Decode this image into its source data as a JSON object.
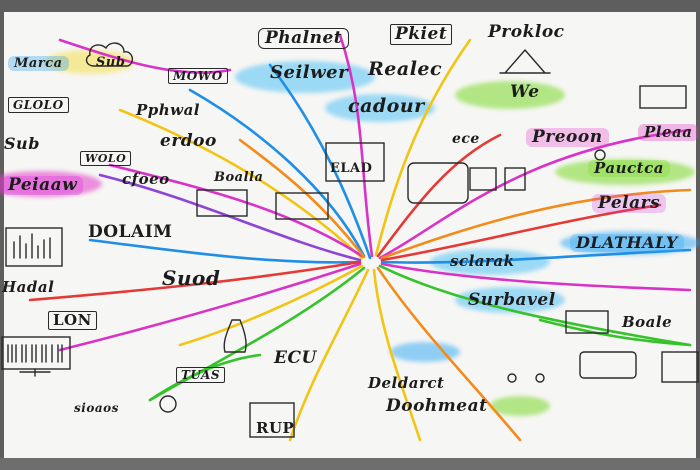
{
  "board": {
    "frame_color": "#5e5e5e",
    "surface_color": "#f6f6f4",
    "ink_color": "#1c1c1c",
    "center_note": "",
    "words": [
      {
        "id": "w-phalnet",
        "text": "Phalnet",
        "highlight": "#c43bd9"
      },
      {
        "id": "w-pkiet",
        "text": "Pkiet",
        "highlight": ""
      },
      {
        "id": "w-prokloc",
        "text": "Prokloc",
        "highlight": "#f0c419"
      },
      {
        "id": "w-marca",
        "text": "Marca",
        "highlight": "#36a3f0"
      },
      {
        "id": "w-sub-top",
        "text": "Sub",
        "highlight": "#f4e04d"
      },
      {
        "id": "w-mowo",
        "text": "MOWO",
        "highlight": ""
      },
      {
        "id": "w-seilwer",
        "text": "Seilwer",
        "highlight": "#41b6f2"
      },
      {
        "id": "w-realec",
        "text": "Realec",
        "highlight": ""
      },
      {
        "id": "w-we",
        "text": "We",
        "highlight": "#7bd92c"
      },
      {
        "id": "w-glolo",
        "text": "GLOLO",
        "highlight": ""
      },
      {
        "id": "w-pphwal",
        "text": "Pphwal",
        "highlight": "#f4e04d"
      },
      {
        "id": "w-cadour",
        "text": "cadour",
        "highlight": "#58c6f5"
      },
      {
        "id": "w-sub-left",
        "text": "Sub",
        "highlight": "#f4e04d"
      },
      {
        "id": "w-erdoo",
        "text": "erdoo",
        "highlight": ""
      },
      {
        "id": "w-ece",
        "text": "ece",
        "highlight": ""
      },
      {
        "id": "w-preoon",
        "text": "Preoon",
        "highlight": "#e23bc7"
      },
      {
        "id": "w-pleaa",
        "text": "Pleaa",
        "highlight": "#e23bc7"
      },
      {
        "id": "w-wolo",
        "text": "WOLO",
        "highlight": ""
      },
      {
        "id": "w-cfoeo",
        "text": "cfoeo",
        "highlight": ""
      },
      {
        "id": "w-elad",
        "text": "ELAD",
        "highlight": ""
      },
      {
        "id": "w-peiaaw",
        "text": "Peiaaw",
        "highlight": "#d93ae0"
      },
      {
        "id": "w-boalla",
        "text": "Boalla",
        "highlight": ""
      },
      {
        "id": "w-pauctca",
        "text": "Pauctca",
        "highlight": "#7bd92c"
      },
      {
        "id": "w-pelars",
        "text": "Pelars",
        "highlight": "#cf3de3"
      },
      {
        "id": "w-dolaim",
        "text": "DOLAIM",
        "highlight": "#4bb4f5"
      },
      {
        "id": "w-dlathaly",
        "text": "DLATHALY",
        "highlight": "#3dadf5"
      },
      {
        "id": "w-sclarak",
        "text": "sclarak",
        "highlight": ""
      },
      {
        "id": "w-suod",
        "text": "Suod",
        "highlight": ""
      },
      {
        "id": "w-hadal",
        "text": "Hadal",
        "highlight": ""
      },
      {
        "id": "w-surbavel",
        "text": "Surbavel",
        "highlight": "#58c6f5"
      },
      {
        "id": "w-lon",
        "text": "LON",
        "highlight": ""
      },
      {
        "id": "w-boale",
        "text": "Boale",
        "highlight": ""
      },
      {
        "id": "w-tuas",
        "text": "TUAS",
        "highlight": ""
      },
      {
        "id": "w-ecu",
        "text": "ECU",
        "highlight": "#f4e04d"
      },
      {
        "id": "w-sioaos",
        "text": "sioaos",
        "highlight": ""
      },
      {
        "id": "w-deldarct",
        "text": "Deldarct",
        "highlight": ""
      },
      {
        "id": "w-doohmeat",
        "text": "Doohmeat",
        "highlight": ""
      },
      {
        "id": "w-rup",
        "text": "RUP",
        "highlight": ""
      }
    ]
  }
}
